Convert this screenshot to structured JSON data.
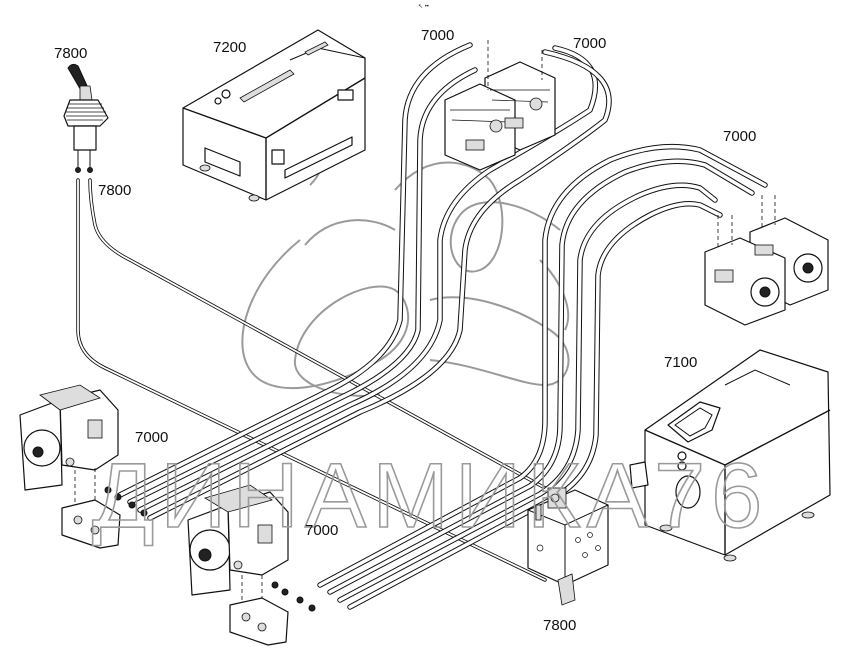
{
  "diagram": {
    "title_mark": "↖ ••",
    "watermark": "ДИНАМИКА76",
    "callouts": {
      "joystick": "7800",
      "joystick_lines": "7800",
      "control_box": "7200",
      "pumps_top_left": "7000",
      "pumps_top_right": "7000",
      "pumps_right": "7000",
      "motor_left": "7000",
      "motor_center": "7000",
      "tank": "7100",
      "valve_block": "7800"
    }
  }
}
